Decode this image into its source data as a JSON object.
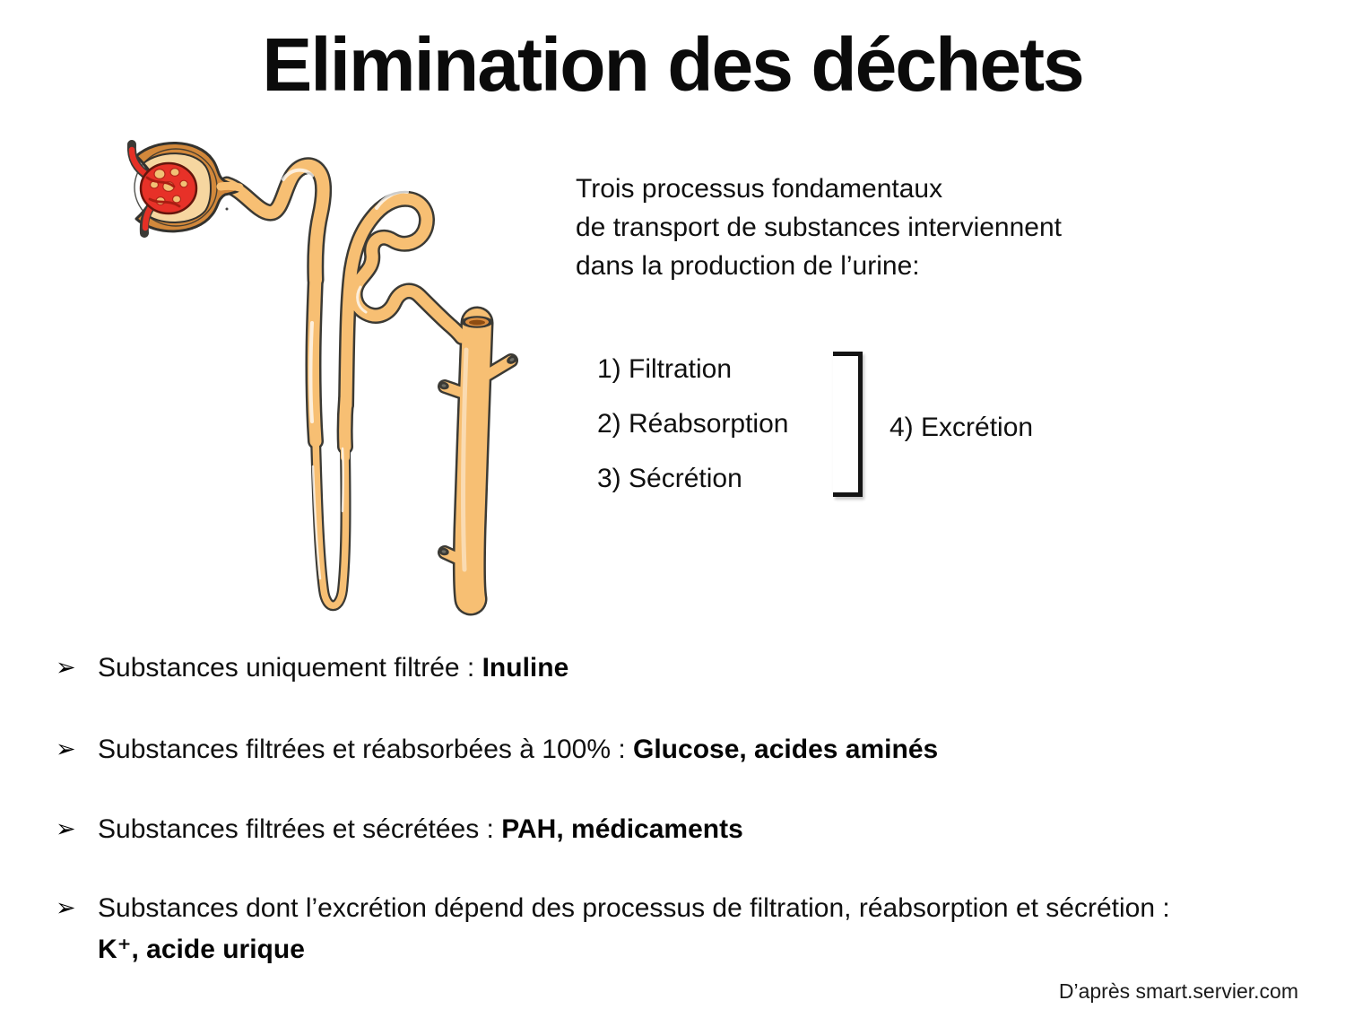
{
  "slide": {
    "title": "Elimination des déchets",
    "intro": [
      "Trois processus fondamentaux",
      "de transport de substances interviennent",
      "dans la production de l’urine:"
    ],
    "processes": [
      "1) Filtration",
      "2) Réabsorption",
      "3) Sécrétion"
    ],
    "result_label": "4) Excrétion",
    "bullet_glyph": "➢",
    "bullets": [
      {
        "text": "Substances uniquement filtrée : ",
        "emphasis": "Inuline"
      },
      {
        "text": "Substances filtrées et réabsorbées à 100% : ",
        "emphasis": "Glucose, acides aminés"
      },
      {
        "text": "Substances filtrées et sécrétées : ",
        "emphasis": "PAH, médicaments"
      },
      {
        "text": "Substances dont l’excrétion dépend des processus de filtration, réabsorption et sécrétion : ",
        "emphasis": "K⁺, acide urique"
      }
    ],
    "attribution": "D’après smart.servier.com",
    "illustration": {
      "subject": "nephron",
      "colors": {
        "tube_fill": "#F7BF73",
        "tube_outline": "#3B3A35",
        "capsule_fill": "#D2883B",
        "capsule_inner": "#F6D6A0",
        "glomerulus": "#E73128",
        "vessel_red": "#E53026",
        "duct_opening_center": "#8E4D12",
        "highlight": "#FFFFFF"
      }
    }
  }
}
